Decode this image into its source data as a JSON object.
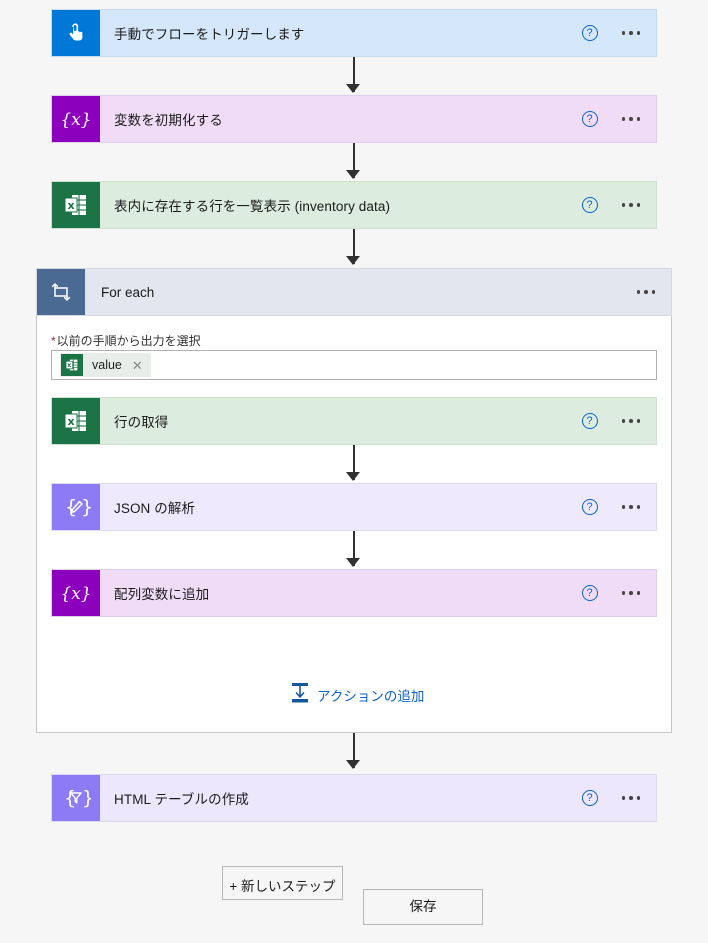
{
  "designer": {
    "flow_steps": [
      {
        "id": "trigger",
        "title": "手動でフローをトリガーします",
        "icon": "touch-tap-icon",
        "variant": "c-trigger",
        "icon_glyph": "tap",
        "help_label": "?",
        "menu_label": "..."
      },
      {
        "id": "init-variable",
        "title": "変数を初期化する",
        "icon": "variable-braces-icon",
        "variant": "c-variable",
        "icon_glyph": "{x}",
        "help_label": "?",
        "menu_label": "..."
      },
      {
        "id": "list-rows",
        "title": "表内に存在する行を一覧表示 (inventory data)",
        "icon": "excel-table-icon",
        "variant": "c-excel",
        "icon_glyph": "excel",
        "help_label": "?",
        "menu_label": "..."
      }
    ],
    "foreach": {
      "title": "For each",
      "icon": "loop-icon",
      "menu_label": "...",
      "field": {
        "required_marker": "*",
        "label": "以前の手順から出力を選択",
        "token": {
          "label": "value",
          "icon": "excel-table-icon",
          "remove_label": "✕"
        }
      },
      "inner_steps": [
        {
          "id": "get-row",
          "title": "行の取得",
          "icon": "excel-table-icon",
          "variant": "c-excel",
          "icon_glyph": "excel",
          "help_label": "?",
          "menu_label": "..."
        },
        {
          "id": "parse-json",
          "title": "JSON の解析",
          "icon": "json-parse-icon",
          "variant": "c-json",
          "icon_glyph": "{pencil}",
          "help_label": "?",
          "menu_label": "..."
        },
        {
          "id": "append-array",
          "title": "配列変数に追加",
          "icon": "variable-braces-icon",
          "variant": "c-variable",
          "icon_glyph": "{x}",
          "help_label": "?",
          "menu_label": "..."
        }
      ],
      "add_action": {
        "label": "アクションの追加",
        "icon": "insert-action-icon"
      }
    },
    "after_steps": [
      {
        "id": "create-html-table",
        "title": "HTML テーブルの作成",
        "icon": "html-table-icon",
        "variant": "c-html",
        "icon_glyph": "{funnel}",
        "help_label": "?",
        "menu_label": "..."
      }
    ],
    "footer": {
      "new_step_label": "+ 新しいステップ",
      "save_label": "保存"
    }
  },
  "colors": {
    "canvas_bg": "#f6f6f6",
    "trigger_blue": "#0078d7",
    "variable_purple": "#8c00bd",
    "excel_green": "#1b7346",
    "json_purple": "#8c7bf5",
    "foreach_slate": "#4a6a94",
    "link_blue": "#0f62c9",
    "required_red": "#a4262c"
  }
}
